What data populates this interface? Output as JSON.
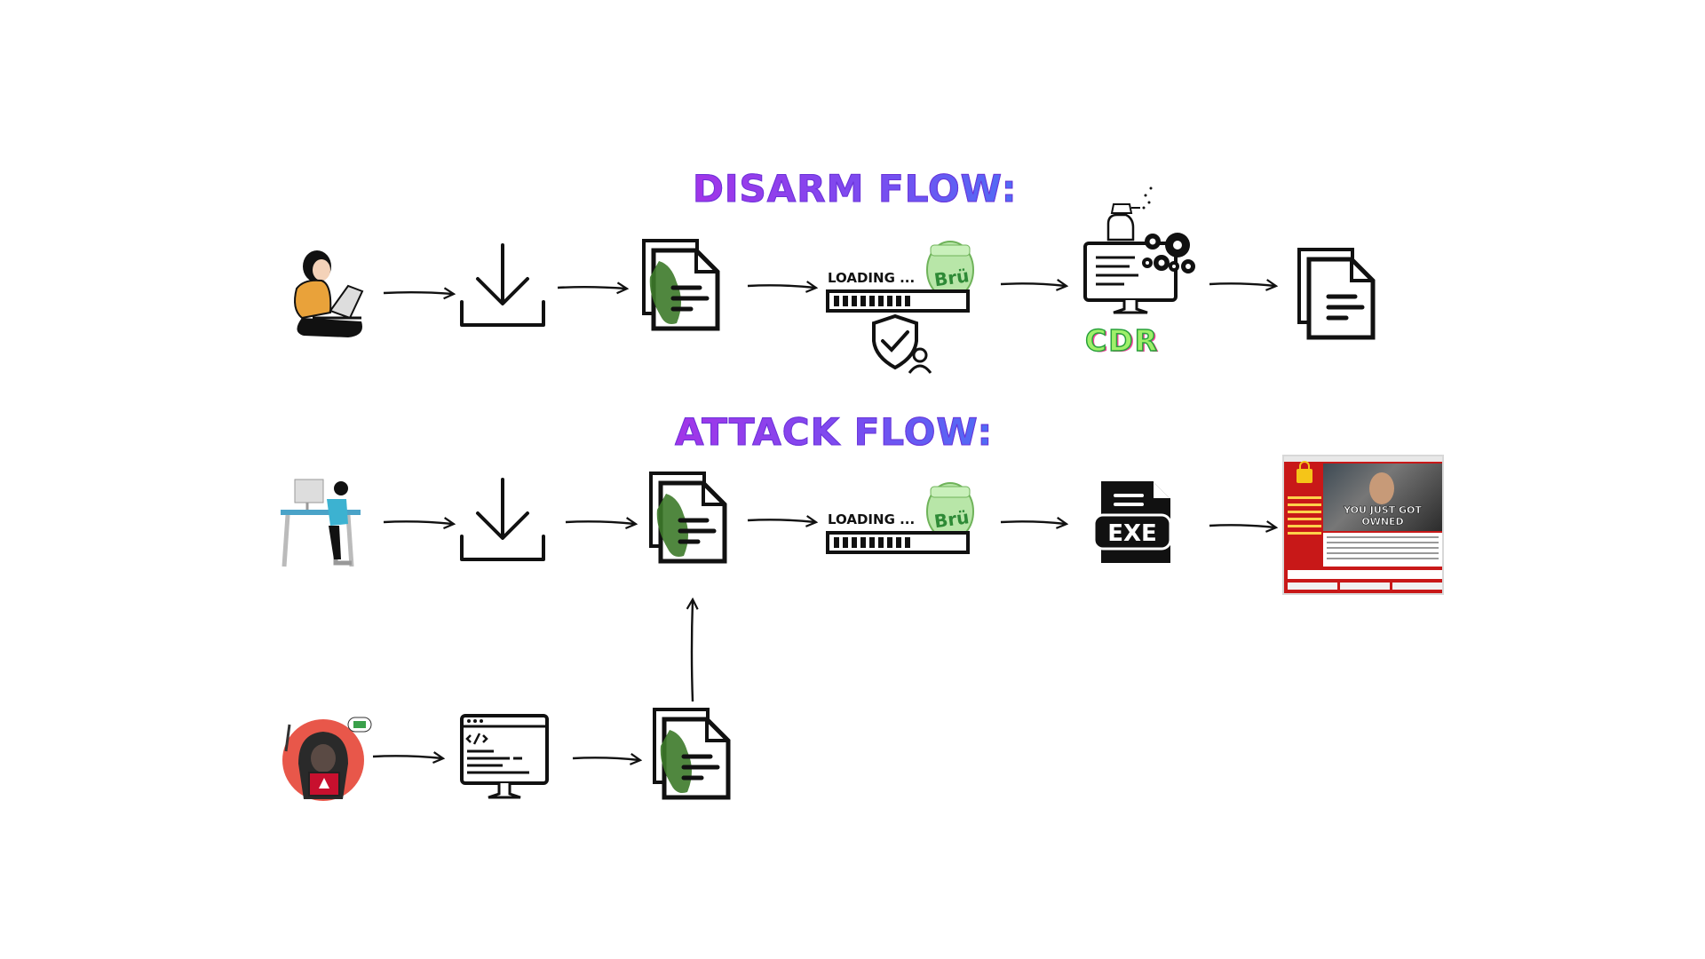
{
  "titles": {
    "disarm": "DISARM FLOW:",
    "attack": "ATTACK FLOW:"
  },
  "labels": {
    "loading": "LOADING ...",
    "cdr": "CDR",
    "exe": "EXE",
    "owned": "YOU JUST GOT OWNED"
  },
  "icons": {
    "disarm_row": [
      "person-laptop-icon",
      "download-icon",
      "infected-document-icon",
      "loading-scan-icon",
      "cdr-sanitizer-icon",
      "clean-document-icon"
    ],
    "attack_row": [
      "person-desk-icon",
      "download-icon",
      "infected-document-icon",
      "loading-icon",
      "exe-file-icon",
      "ransomware-screen-icon"
    ],
    "attacker_row": [
      "hacker-icon",
      "code-monitor-icon",
      "infected-document-icon"
    ]
  },
  "colors": {
    "title_gradient_start": "#a235e8",
    "title_gradient_end": "#4e6df5",
    "malware_green": "#3d7a2a",
    "cdr_green": "#9ff06a",
    "ransom_red": "#c81818"
  }
}
